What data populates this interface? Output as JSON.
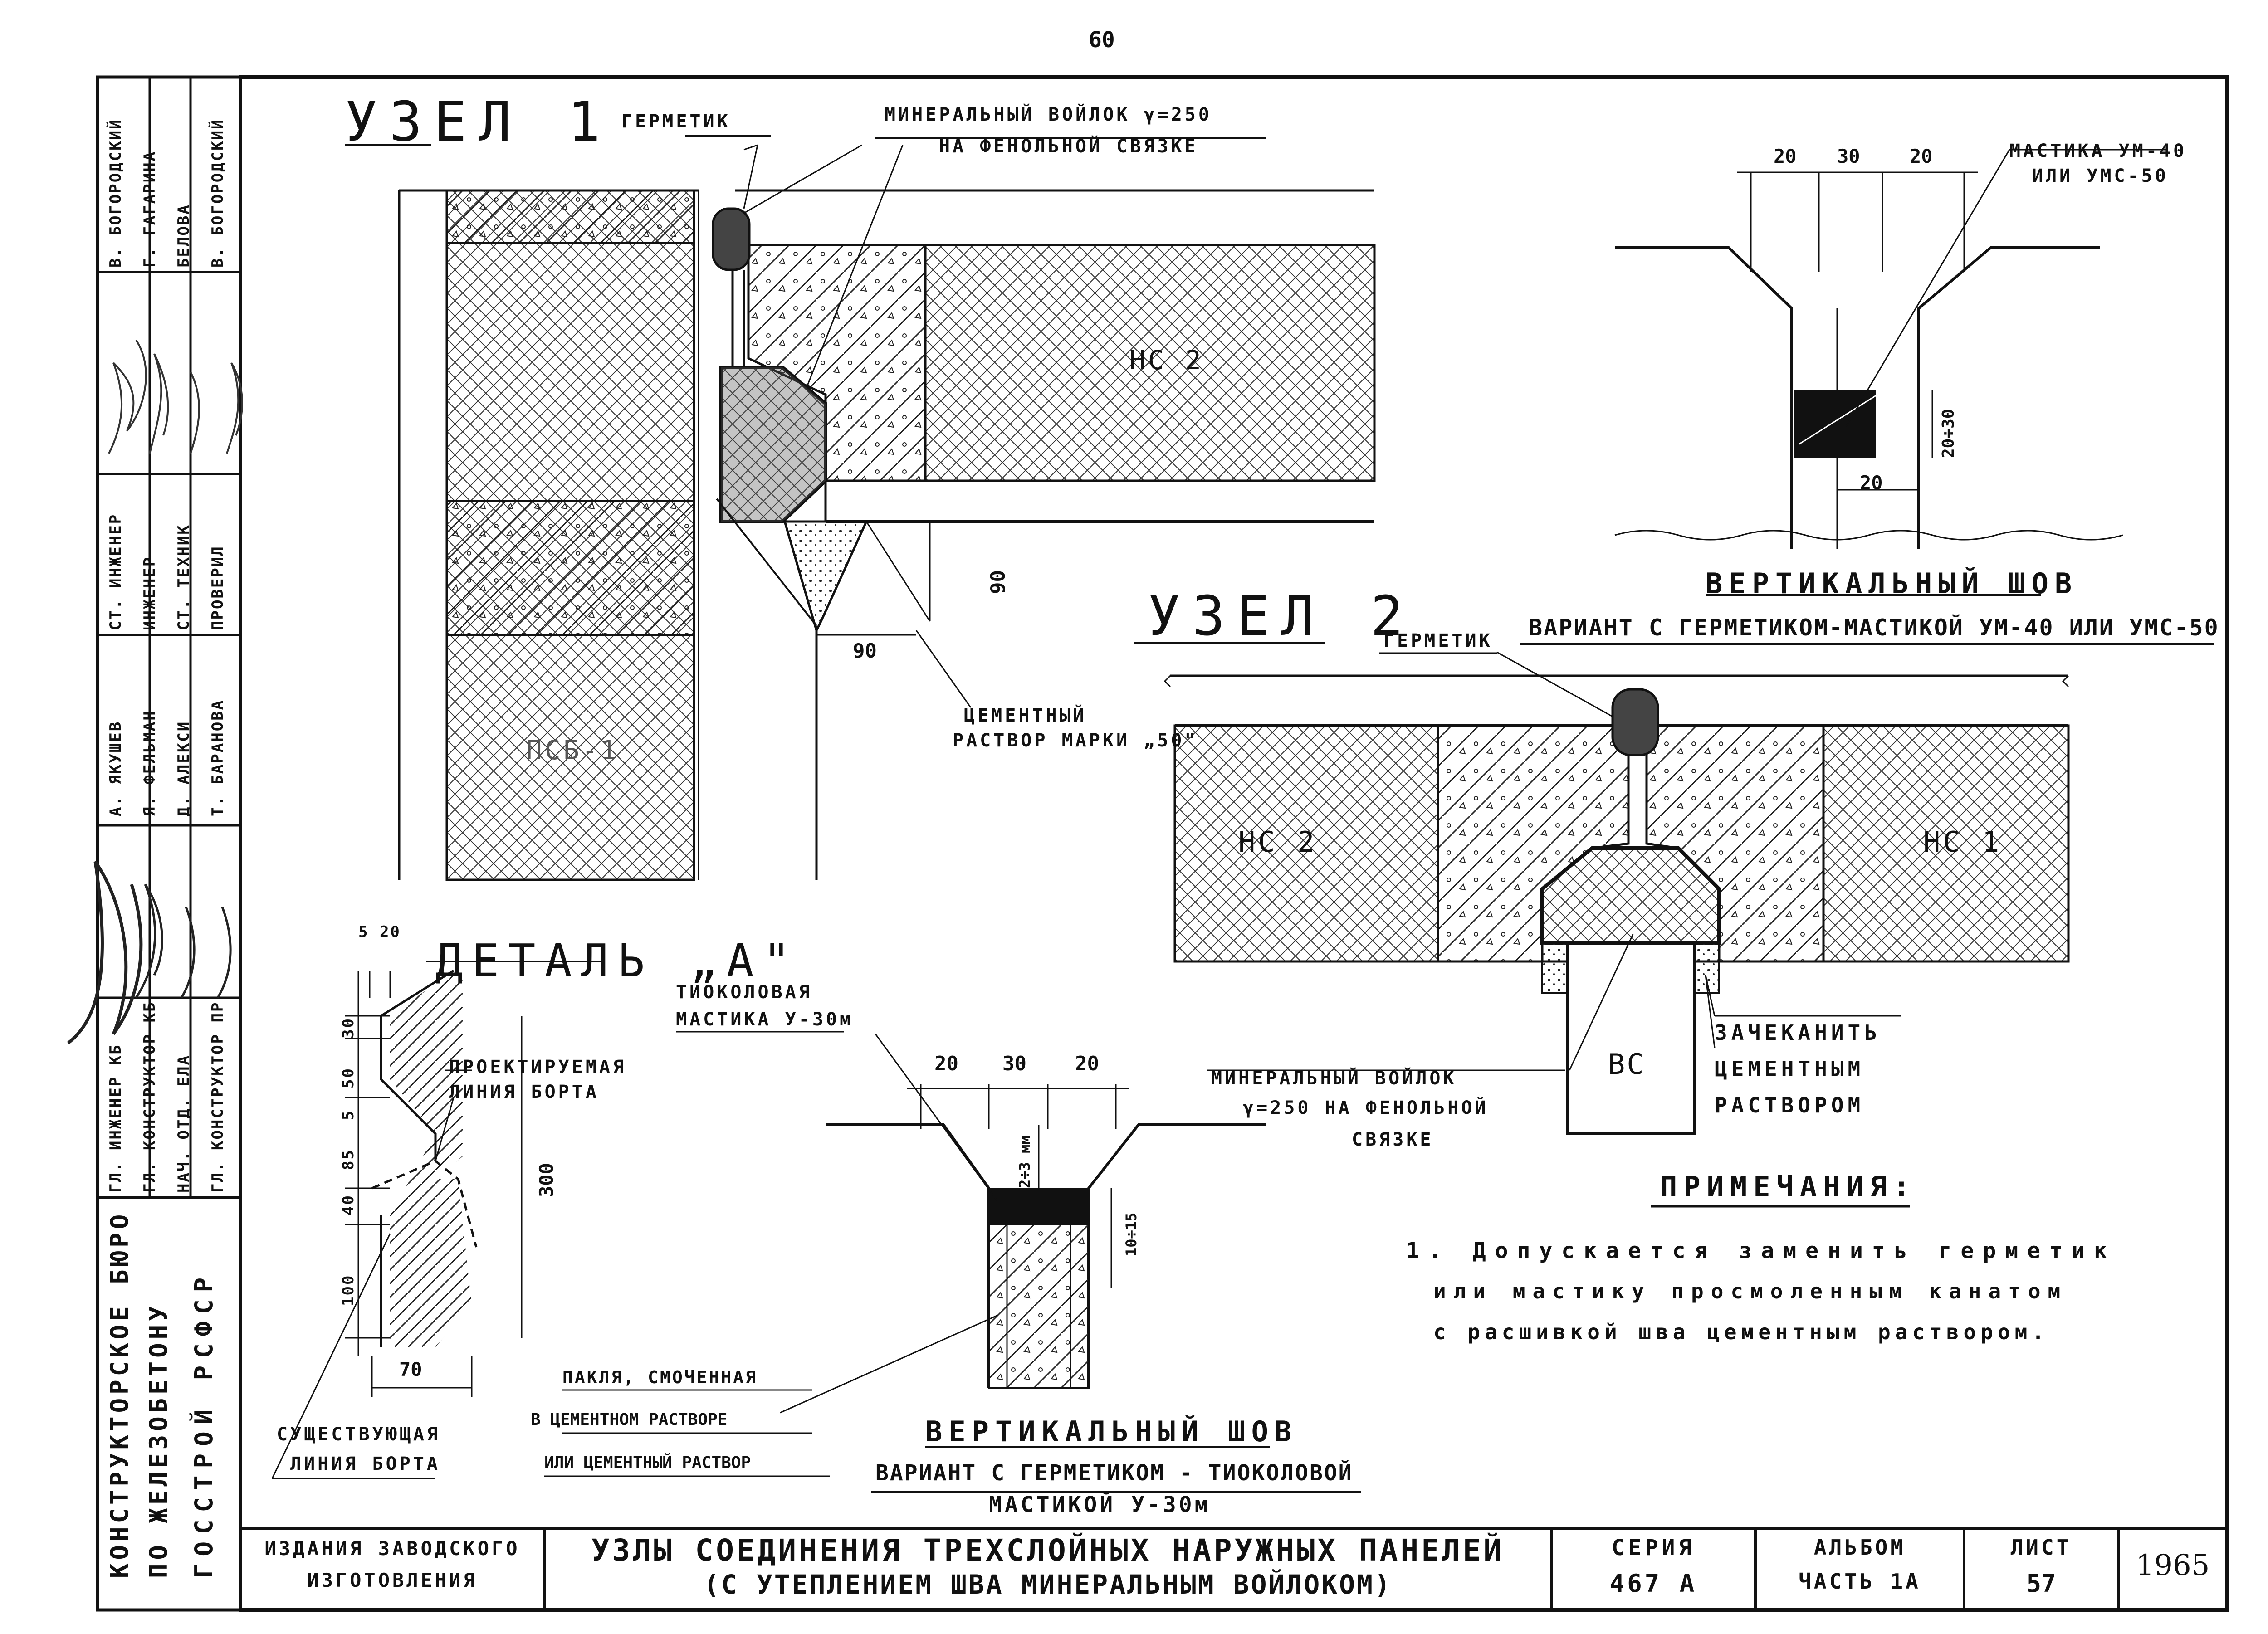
{
  "page_number": "60",
  "stamp": {
    "org": [
      "КОНСТРУКТОРСКОЕ БЮРО",
      "ПО ЖЕЛЕЗОБЕТОНУ",
      "ГОССТРОЙ РСФСР"
    ],
    "positions": [
      "ГЛ. ИНЖЕНЕР КБ",
      "ГЛ. КОНСТРУКТОР КБ",
      "НАЧ. ОТД. ЕЛА",
      "ГЛ. КОНСТРУКТОР ПР"
    ],
    "names_1": [
      "А. ЯКУШЕВ",
      "Я. ФЕЛЬМАН",
      "Д. АЛЕКСИ",
      "Т. БАРАНОВА"
    ],
    "roles": [
      "СТ. ИНЖЕНЕР",
      "ИНЖЕНЕР",
      "СТ. ТЕХНИК",
      "ПРОВЕРИЛ"
    ],
    "names_2": [
      "В. БОГОРОДСКИЙ",
      "Г. ГАГАРИНА",
      "БЕЛОВА",
      "В. БОГОРОДСКИЙ"
    ]
  },
  "uzel1": {
    "title": "УЗЕЛ 1",
    "germetik": "ГЕРМЕТИК",
    "felt_line1": "МИНЕРАЛЬНЫЙ ВОЙЛОК γ=250",
    "felt_line2": "НА ФЕНОЛЬНОЙ СВЯЗКЕ",
    "panel_hc2": "НС 2",
    "panel_pcb": "ПСБ-1",
    "dim_90_v": "90",
    "dim_90_h": "90",
    "mortar_line1": "ЦЕМЕНТНЫЙ",
    "mortar_line2": "РАСТВОР МАРКИ „50\""
  },
  "vshov_top": {
    "dims": [
      "20",
      "30",
      "20"
    ],
    "mastic_line1": "МАСТИКА УМ-40",
    "mastic_line2": "ИЛИ УМС-50",
    "dim_side": "20÷30",
    "dim_bottom": "20",
    "title": "ВЕРТИКАЛЬНЫЙ ШОВ",
    "subtitle": "ВАРИАНТ С ГЕРМЕТИКОМ-МАСТИКОЙ УМ-40 ИЛИ УМС-50"
  },
  "uzel2": {
    "title": "УЗЕЛ 2",
    "germetik": "ГЕРМЕТИК",
    "hc2": "НС 2",
    "hc1": "НС 1",
    "bc": "ВС",
    "caulk": [
      "ЗАЧЕКАНИТЬ",
      "ЦЕМЕНТНЫМ",
      "РАСТВОРОМ"
    ],
    "felt": [
      "МИНЕРАЛЬНЫЙ ВОЙЛОК",
      "γ=250 НА ФЕНОЛЬНОЙ",
      "СВЯЗКЕ"
    ]
  },
  "detail": {
    "title": "ДЕТАЛЬ „А\"",
    "top_dim": "5 20",
    "left_dims": [
      "30",
      "50",
      "5",
      "85",
      "40",
      "100"
    ],
    "dim_300": "300",
    "dim_70": "70",
    "projected": [
      "ПРОЕКТИРУЕМАЯ",
      "ЛИНИЯ БОРТА"
    ],
    "existing": [
      "СУЩЕСТВУЮЩАЯ",
      "ЛИНИЯ БОРТА"
    ]
  },
  "vshov_bottom": {
    "thiokol": [
      "ТИОКОЛОВАЯ",
      "МАСТИКА У-30м"
    ],
    "dims": [
      "20",
      "30",
      "20"
    ],
    "dim_gap": "2÷3 мм",
    "dim_side": "10÷15",
    "tow": [
      "ПАКЛЯ, СМОЧЕННАЯ",
      "В ЦЕМЕНТНОМ РАСТВОРЕ",
      "ИЛИ ЦЕМЕНТНЫЙ РАСТВОР"
    ],
    "title": "ВЕРТИКАЛЬНЫЙ ШОВ",
    "subtitle1": "ВАРИАНТ С ГЕРМЕТИКОМ - ТИОКОЛОВОЙ",
    "subtitle2": "МАСТИКОЙ У-30м"
  },
  "notes": {
    "title": "ПРИМЕЧАНИЯ:",
    "lines": [
      "1. Допускается заменить герметик",
      "или мастику просмоленным канатом",
      "с расшивкой шва цементным раствором."
    ]
  },
  "title_block": {
    "publisher": [
      "ИЗДАНИЯ ЗАВОДСКОГО",
      "ИЗГОТОВЛЕНИЯ"
    ],
    "title_line1": "УЗЛЫ СОЕДИНЕНИЯ ТРЕХСЛОЙНЫХ НАРУЖНЫХ ПАНЕЛЕЙ",
    "title_line2": "(С УТЕПЛЕНИЕМ ШВА МИНЕРАЛЬНЫМ ВОЙЛОКОМ)",
    "series_label": "СЕРИЯ",
    "series_value": "467 А",
    "album_label": "АЛЬБОМ",
    "album_value": "ЧАСТЬ 1А",
    "sheet_label": "ЛИСТ",
    "sheet_value": "57",
    "year": "1965"
  }
}
